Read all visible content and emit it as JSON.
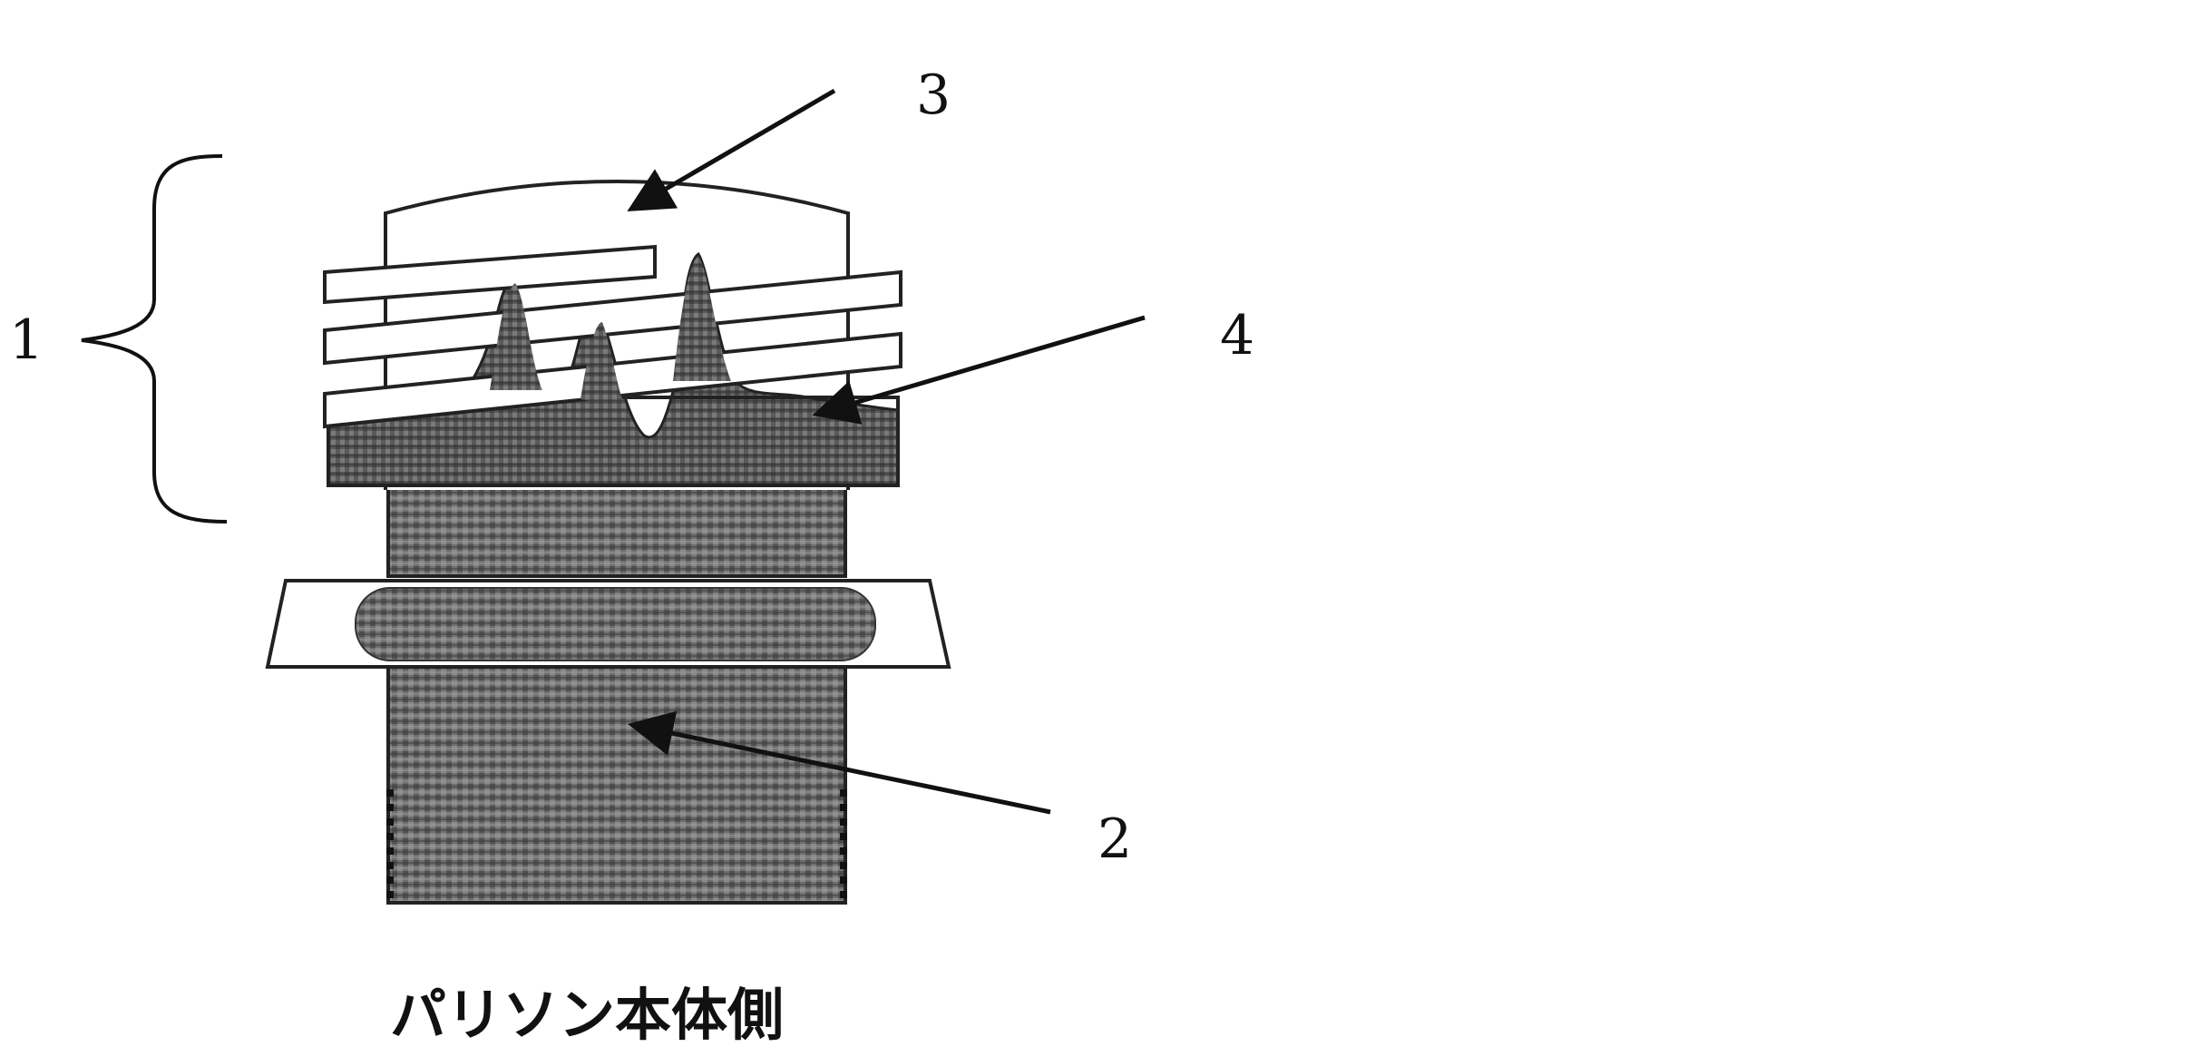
{
  "labels": {
    "part1": "1",
    "part2": "2",
    "part3": "3",
    "part4": "4"
  },
  "caption": "パリソン本体側"
}
